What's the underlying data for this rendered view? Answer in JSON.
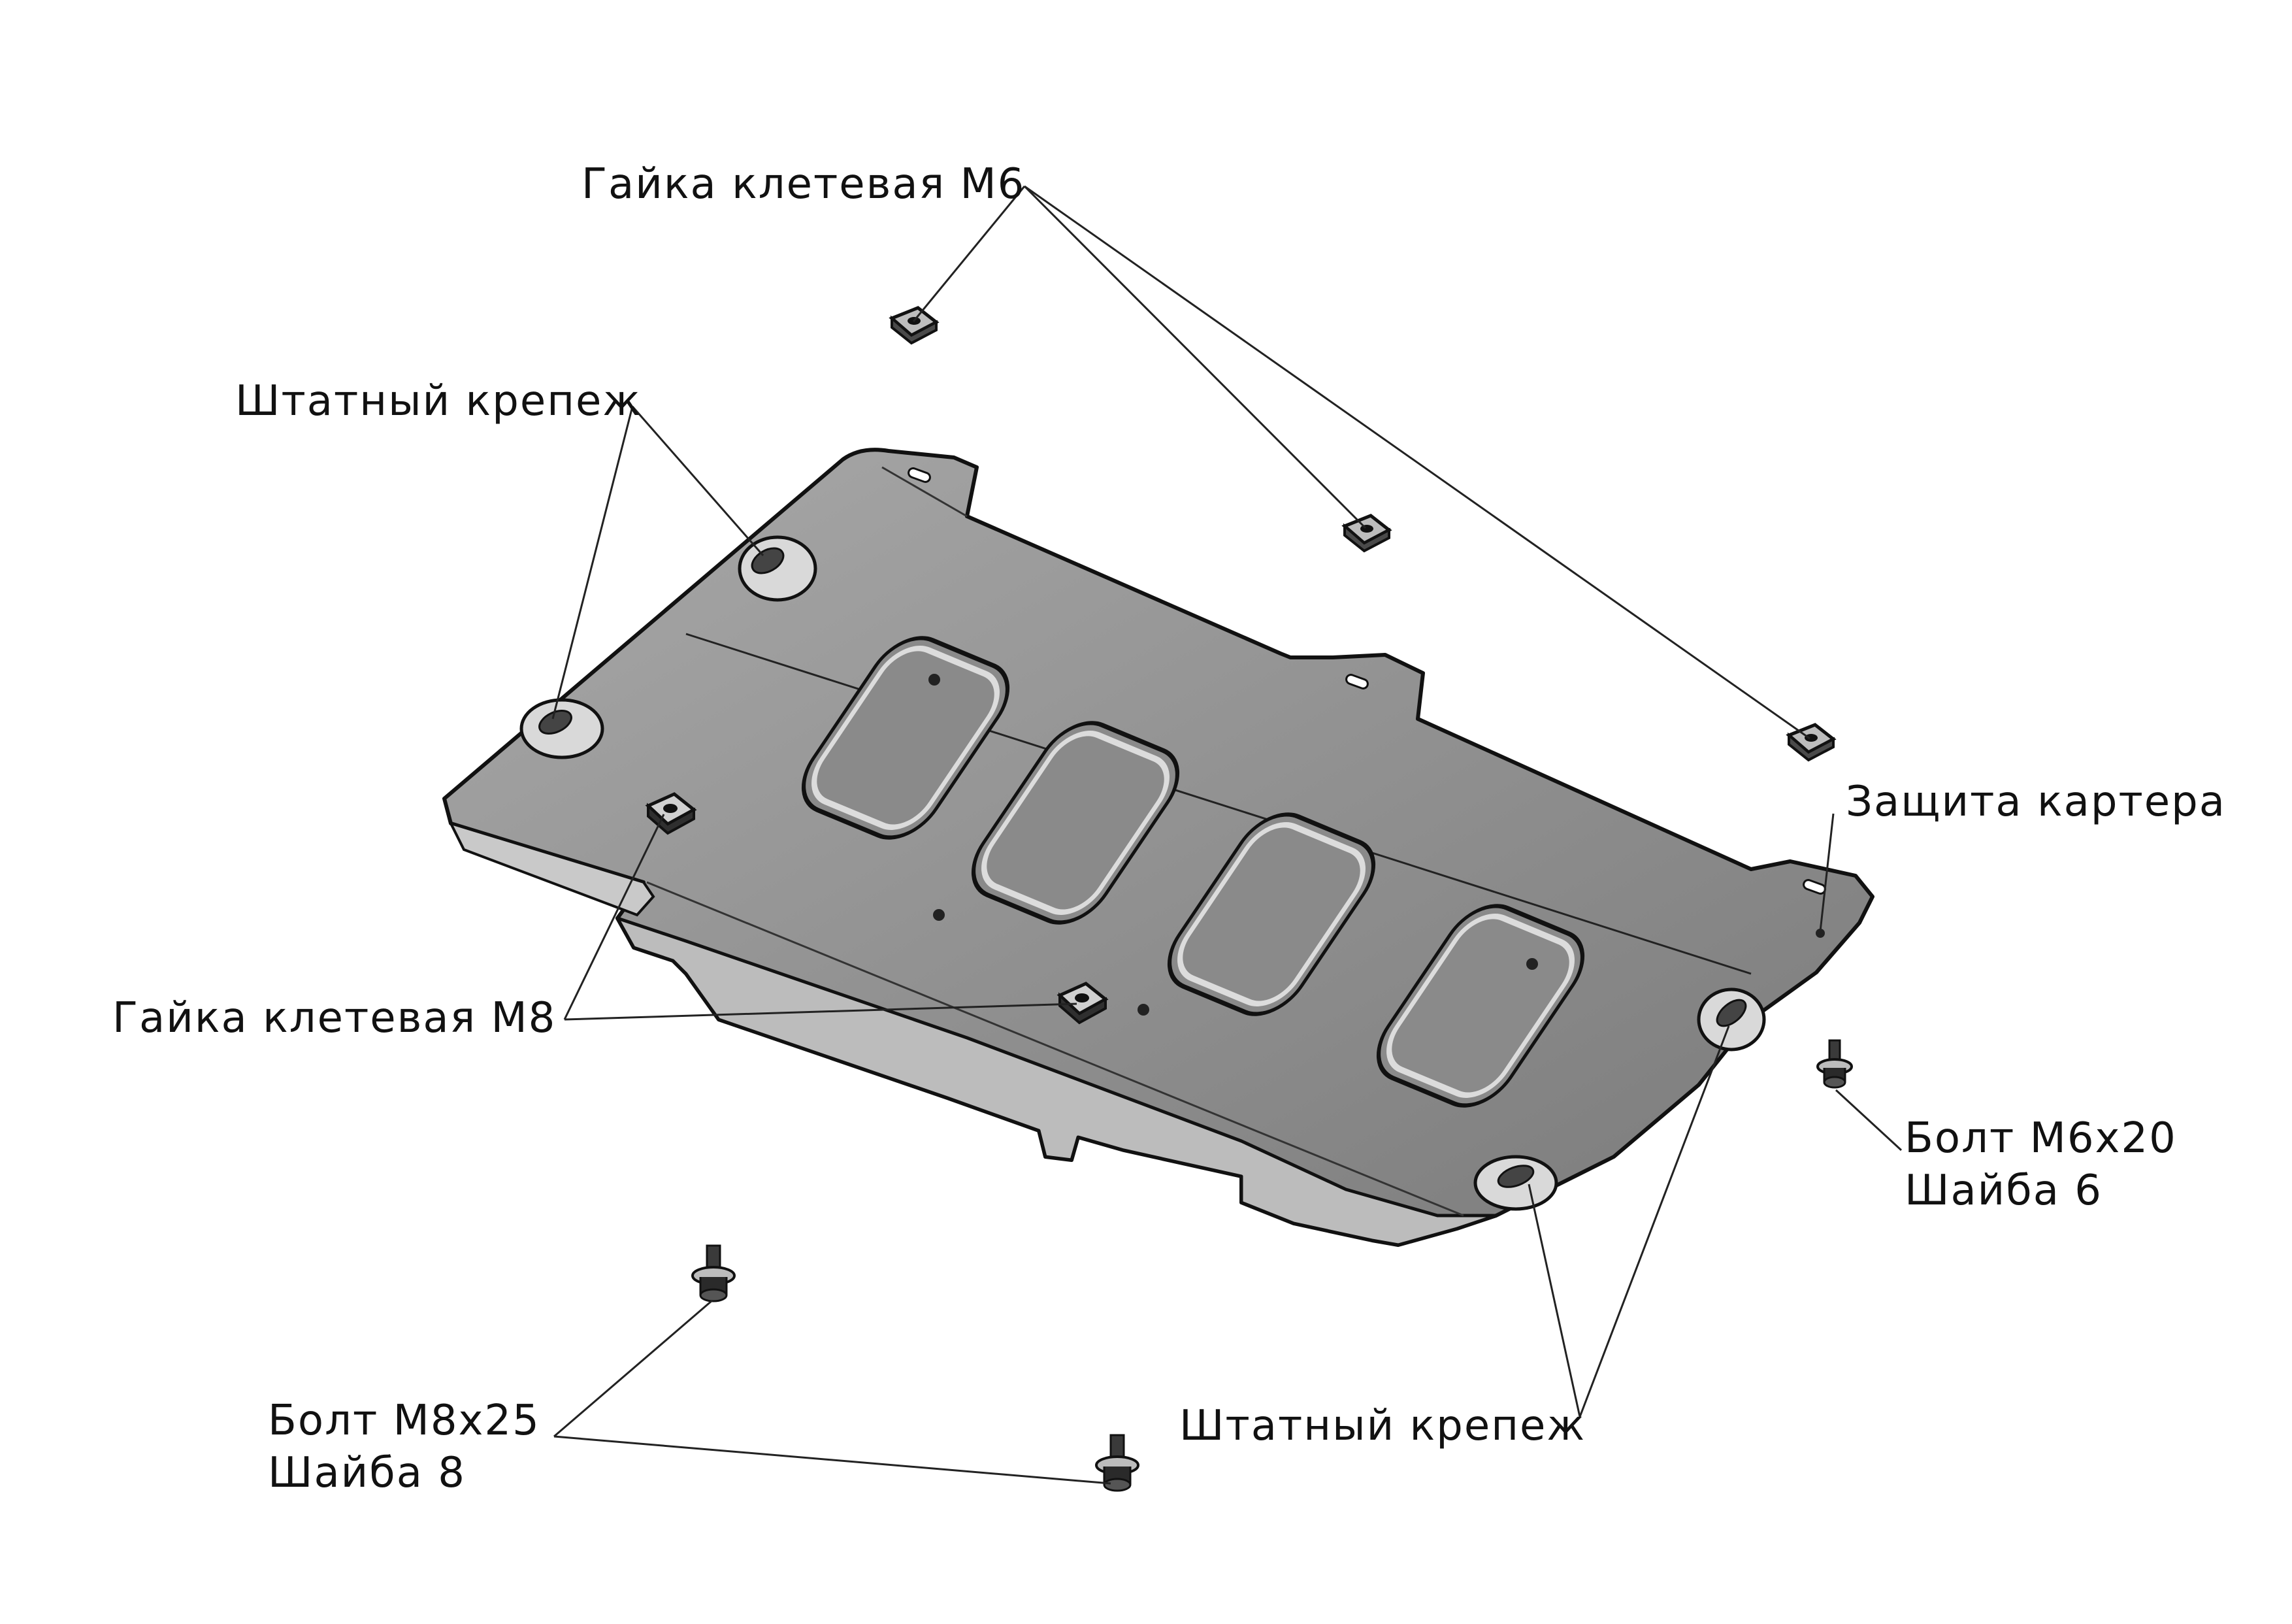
{
  "labels": {
    "cage_nut_m6": "Гайка клетевая М6",
    "standard_fastener_top": "Штатный крепеж",
    "crankcase_guard": "Защита картера",
    "cage_nut_m8": "Гайка клетевая М8",
    "bolt_m6x20": "Болт М6х20",
    "washer_6": "Шайба 6",
    "bolt_m8x25": "Болт М8х25",
    "washer_8": "Шайба 8",
    "standard_fastener_bottom": "Штатный крепеж"
  },
  "colors": {
    "plate_top": "#9a9a9a",
    "plate_dark": "#6e6e6e",
    "plate_light": "#c4c4c4",
    "outline": "#111111",
    "leader": "#222222"
  }
}
